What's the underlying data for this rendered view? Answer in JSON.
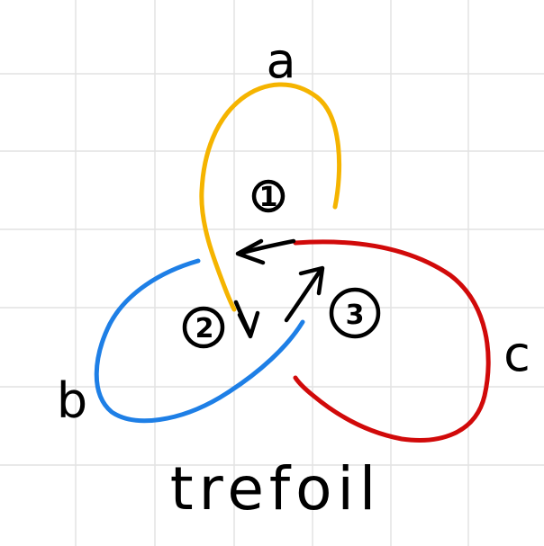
{
  "labels": {
    "a": "a",
    "b": "b",
    "c": "c"
  },
  "crossings": {
    "one": "1",
    "two": "2",
    "three": "3"
  },
  "title": "trefoil",
  "colors": {
    "strand_a": "#f5b400",
    "strand_b": "#1e7fe6",
    "strand_c": "#d10a0a",
    "ink": "#000000",
    "grid": "#e2e2e2"
  },
  "icons": {
    "circle_marker": "circle",
    "arrow": "arrow"
  }
}
